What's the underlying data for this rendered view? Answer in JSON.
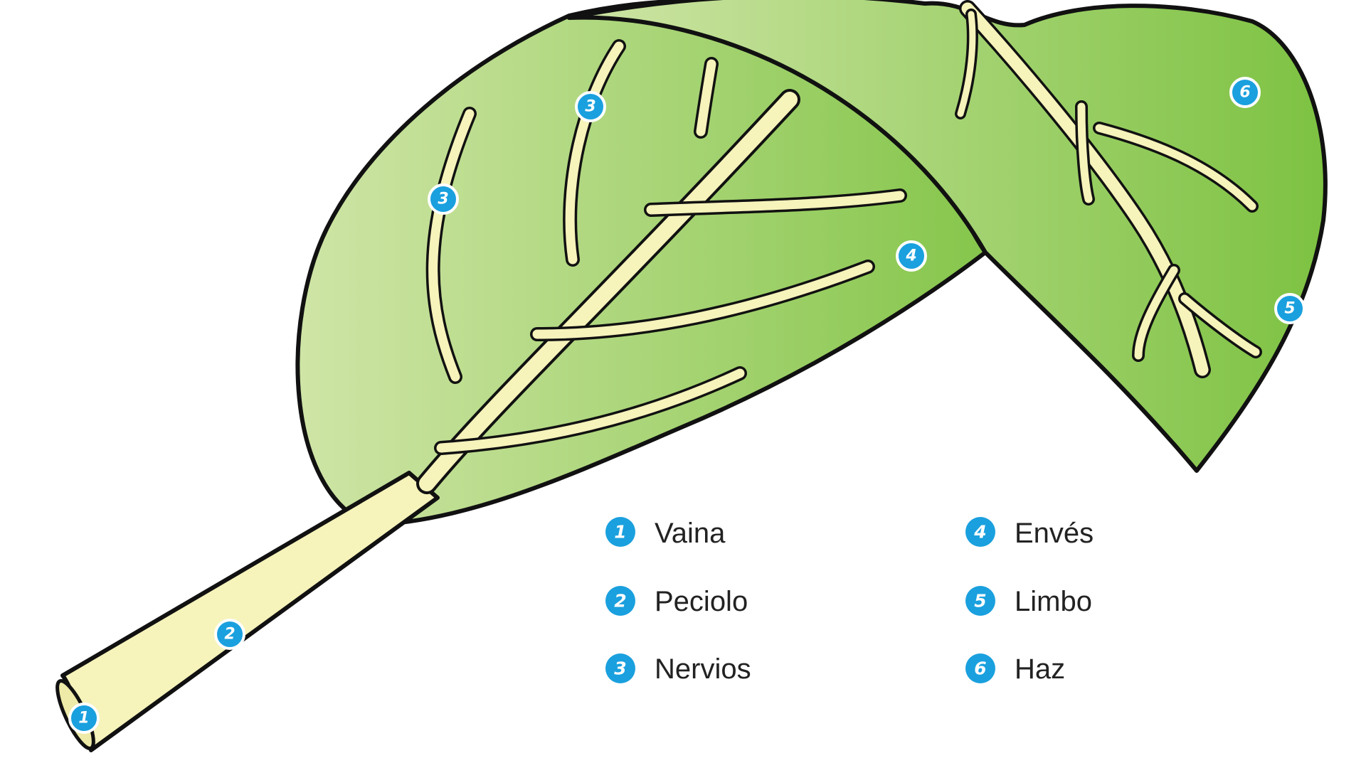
{
  "colors": {
    "leaf_light": "#cfe5a6",
    "leaf_dark": "#7dc242",
    "vein": "#f6f3bb",
    "outline": "#111111",
    "marker": "#1aa0de"
  },
  "markers": [
    {
      "num": "1",
      "part": "vaina"
    },
    {
      "num": "2",
      "part": "peciolo"
    },
    {
      "num": "3",
      "part": "nervios"
    },
    {
      "num": "3",
      "part": "nervios"
    },
    {
      "num": "4",
      "part": "enves"
    },
    {
      "num": "5",
      "part": "limbo"
    },
    {
      "num": "6",
      "part": "haz"
    }
  ],
  "legend": [
    {
      "num": "1",
      "label": "Vaina"
    },
    {
      "num": "2",
      "label": "Peciolo"
    },
    {
      "num": "3",
      "label": "Nervios"
    },
    {
      "num": "4",
      "label": "Envés"
    },
    {
      "num": "5",
      "label": "Limbo"
    },
    {
      "num": "6",
      "label": "Haz"
    }
  ]
}
